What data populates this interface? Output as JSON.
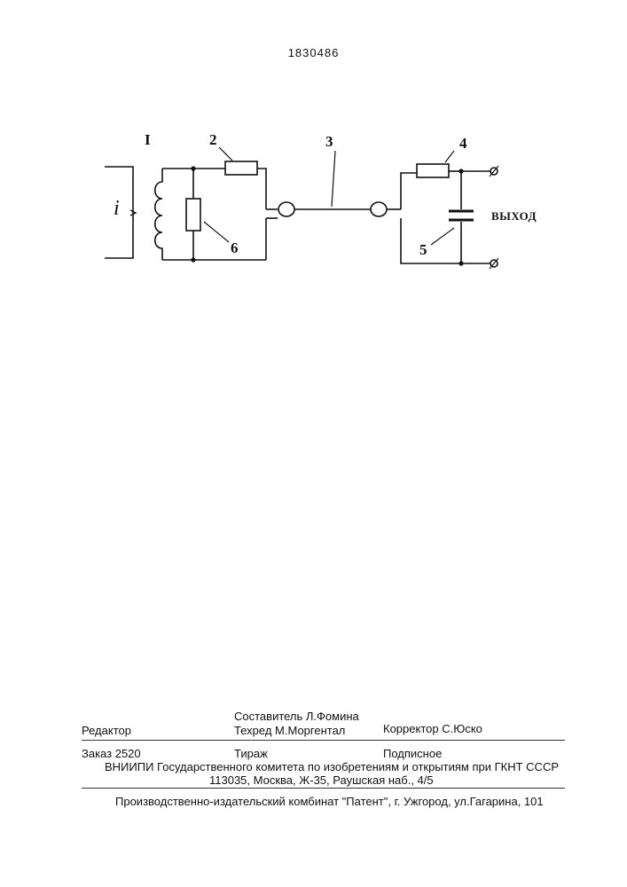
{
  "document": {
    "patent_number": "1830486"
  },
  "schematic": {
    "labels": {
      "inductor": "I",
      "resistor_top": "2",
      "cable": "3",
      "resistor_out": "4",
      "capacitor": "5",
      "resistor_shunt": "6",
      "current": "i",
      "output": "ВЫХОД"
    }
  },
  "footer": {
    "editor": "Редактор",
    "compiler": "Составитель  Л.Фомина",
    "techred": "Техред М.Моргентал",
    "corrector": "Корректор С.Юско",
    "order": "Заказ  2520",
    "circulation": "Тираж",
    "subscription": "Подписное",
    "org": "ВНИИПИ Государственного комитета по изобретениям и открытиям при ГКНТ СССР",
    "address": "113035, Москва, Ж-35, Раушская наб., 4/5",
    "publisher": "Производственно-издательский комбинат \"Патент\", г. Ужгород, ул.Гагарина, 101"
  }
}
